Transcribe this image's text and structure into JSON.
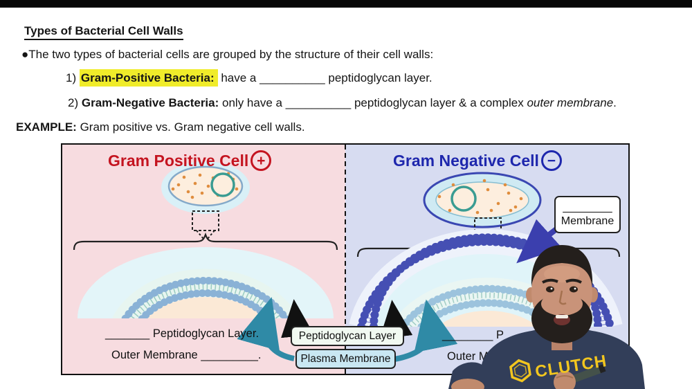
{
  "colors": {
    "highlight": "#f0ec2a",
    "gram-positive": "#c41420",
    "gram-negative": "#1e27ad",
    "positive-bg": "#f7dce0",
    "negative-bg": "#d7dcf1",
    "teal-arrow": "#2f8aa6",
    "shirt-navy": "#323e59",
    "logo-yellow": "#f2c61f"
  },
  "notes": {
    "title": "Types of Bacterial Cell Walls",
    "bullet_marker": "●",
    "bullet": "The two types of bacterial cells are grouped by the structure of their cell walls:",
    "item1_num": "1)",
    "item1_term": "Gram-Positive Bacteria:",
    "item1_rest1": " have a ",
    "item1_blank": "__________",
    "item1_rest2": " peptidoglycan layer.",
    "item2_num": "2)",
    "item2_term": "Gram-Negative Bacteria:",
    "item2_rest1": " only have a ",
    "item2_blank": "__________",
    "item2_rest2": " peptidoglycan layer & a complex ",
    "item2_italic": "outer membrane",
    "item2_end": ".",
    "example_label": "EXAMPLE:",
    "example_text": " Gram positive vs. Gram negative cell walls."
  },
  "diagram": {
    "left_title": "Gram Positive Cell",
    "left_sign": "+",
    "right_title": "Gram Negative Cell",
    "right_sign": "−",
    "membrane_box_blank": "________",
    "membrane_box_label": "Membrane",
    "left_pepti_blank": "_______",
    "left_pepti_label": " Peptidoglycan Layer.",
    "left_outer_label": "Outer Membrane ",
    "left_outer_blank": "_________",
    "left_outer_end": ".",
    "box_peptidoglycan": "Peptidoglycan Layer",
    "box_plasma": "Plasma Membrane",
    "right_pepti_blank": "________",
    "right_pepti_partial": " P",
    "right_outer_partial": "Outer M"
  },
  "person": {
    "shirt_text": "CLUTCH"
  }
}
